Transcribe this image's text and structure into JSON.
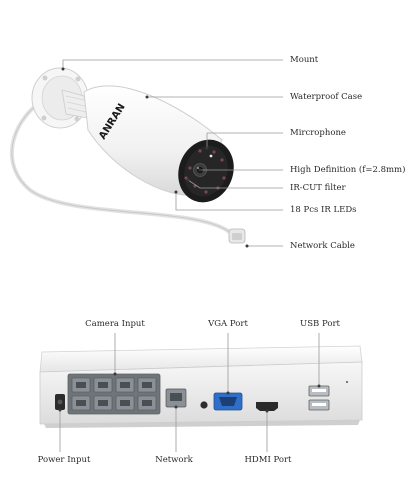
{
  "camera": {
    "brand_text": "ANRAN",
    "callouts": [
      {
        "key": "mount",
        "label": "Mount"
      },
      {
        "key": "waterproof",
        "label": "Waterproof Case"
      },
      {
        "key": "microphone",
        "label": "Mircrophone"
      },
      {
        "key": "hd",
        "label": "High Definition (f=2.8mm)"
      },
      {
        "key": "ircut",
        "label": "IR-CUT filter"
      },
      {
        "key": "irleds",
        "label": "18 Pcs IR LEDs"
      },
      {
        "key": "network_cable",
        "label": "Network Cable"
      }
    ]
  },
  "nvr": {
    "callouts_top": [
      {
        "key": "camera_input",
        "label": "Camera Input"
      },
      {
        "key": "vga",
        "label": "VGA Port"
      },
      {
        "key": "usb",
        "label": "USB Port"
      }
    ],
    "callouts_bottom": [
      {
        "key": "power",
        "label": "Power Input"
      },
      {
        "key": "network",
        "label": "Network"
      },
      {
        "key": "hdmi",
        "label": "HDMI Port"
      }
    ]
  },
  "colors": {
    "leader": "#9a9a9a",
    "device_white": "#f4f4f4",
    "port_gray": "#7a7f86",
    "vga_blue": "#2f6fc7"
  }
}
